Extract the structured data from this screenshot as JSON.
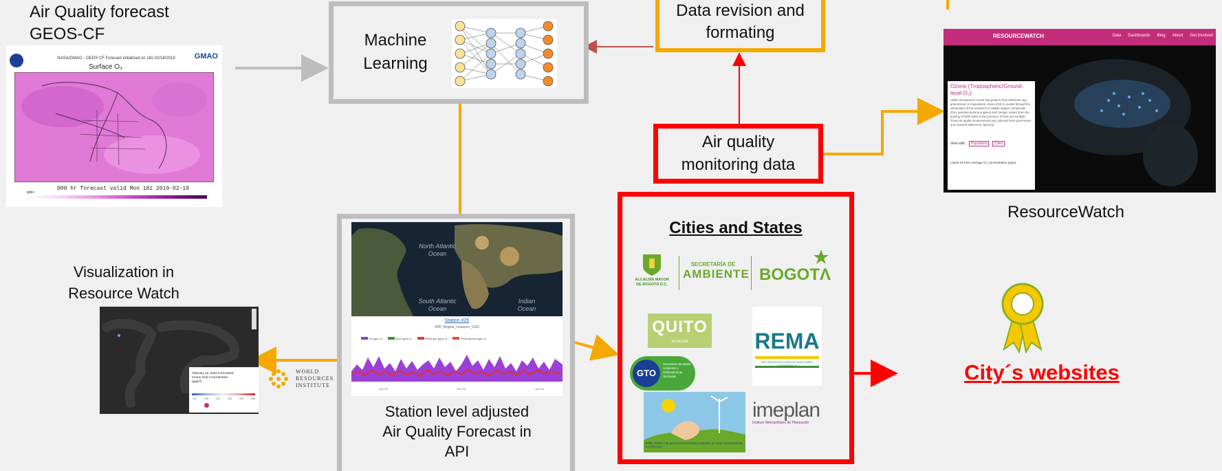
{
  "geos": {
    "title_line1": "Air Quality forecast",
    "title_line2": "GEOS-CF",
    "map_header": "NASA/GMAO - GEOS CF Forecast initialized on 18z 02/18/2019",
    "map_title": "Surface O₃",
    "map_footer": "000 hr forecast valid Mon 18z 2019-02-18",
    "gmao": "GMAO",
    "colorbar_unit": "ppbv"
  },
  "ml": {
    "label_line1": "Machine",
    "label_line2": "Learning"
  },
  "revision": {
    "line1": "Data revision and",
    "line2": "formating"
  },
  "monitoring": {
    "line1": "Air quality",
    "line2": "monitoring data"
  },
  "resourcewatch": {
    "caption": "ResourceWatch",
    "brand": "RESOURCEWATCH",
    "nav": [
      "Data",
      "Dashboards",
      "Blog",
      "About",
      "Get Involved"
    ],
    "panel_title": "Ozone (Tropospheric/Ground-level O₃)",
    "panel_body": "Unlike stratospheric ozone that protects from ultraviolet rays, ground-level or tropospheric ozone (O3) is created through the interactions of the emissions of volatile organic compounds (from gasoline-burning engines) and nitrogen oxides (from the burning of fossil fuels) in the presence of heat and sunlight. These air quality measurements are collected from government and research stations by OpenAQ.",
    "view_with": "View with:",
    "tag1": "Population",
    "tag2": "Cities",
    "latest": "Latest 24-hour Average O₃ Concentration (ppm)"
  },
  "visualization": {
    "line1": "Visualization in",
    "line2": "Resource Watch",
    "popup": "February 15, 2022 Forecasted Ozone (O3) Concentration (µg/m³)",
    "ticks": [
      "<10",
      "<20",
      "<30",
      "<40",
      "<50",
      "<60"
    ]
  },
  "station": {
    "caption_line1": "Station level adjusted",
    "caption_line2": "Air Quality Forecast in",
    "caption_line3": "API",
    "map_label_na": "North Atlantic Ocean",
    "map_label_sa": "South Atlantic Ocean",
    "map_label_in": "Indian Ocean",
    "chart_title": "Station #26",
    "chart_subtitle": "WRI_Bogota_Usaquen_USQ",
    "legend": [
      "O3 (ppm 1)",
      "NO2 (ppm 1)",
      "PM25 gcc (ppm 1)",
      "PM25 geosrf (ppm 1)"
    ],
    "xticks": [
      "Nov 28",
      "Nov 30",
      "Dec 02"
    ]
  },
  "wri": {
    "line1": "WORLD",
    "line2": "RESOURCES",
    "line3": "INSTITUTE"
  },
  "cities": {
    "title": "Cities and States",
    "alcaldia_line1": "ALCALDÍA MAYOR",
    "alcaldia_line2": "DE BOGOTÁ D.C.",
    "secretaria_line1": "SECRETARÍA DE",
    "secretaria_line2": "AMBIENTE",
    "bogota": "BOGOTΛ",
    "quito": "QUITO",
    "quito_sub": "ALCALDÍA",
    "rema": "REMA",
    "rema_sub": "RED METROPOLITANA DE MONITOREO ATMOSFÉRICO",
    "gto": "GTO",
    "gto_sub": "Secretaría de Medio Ambiente y Ordenamiento Territorial",
    "addis": "Addis Ababa City gov't Environmental protection & Green Development Commission",
    "imeplan": "imeplan",
    "imeplan_sub": "Instituto Metropolitano de Planeación"
  },
  "websites": {
    "label": "City´s websites"
  },
  "colors": {
    "gray_box": "#bdbdbd",
    "orange": "#f5a800",
    "red": "#ff0000",
    "dark_red_arrow": "#c0504d",
    "rw_pink": "#c32d7b"
  }
}
